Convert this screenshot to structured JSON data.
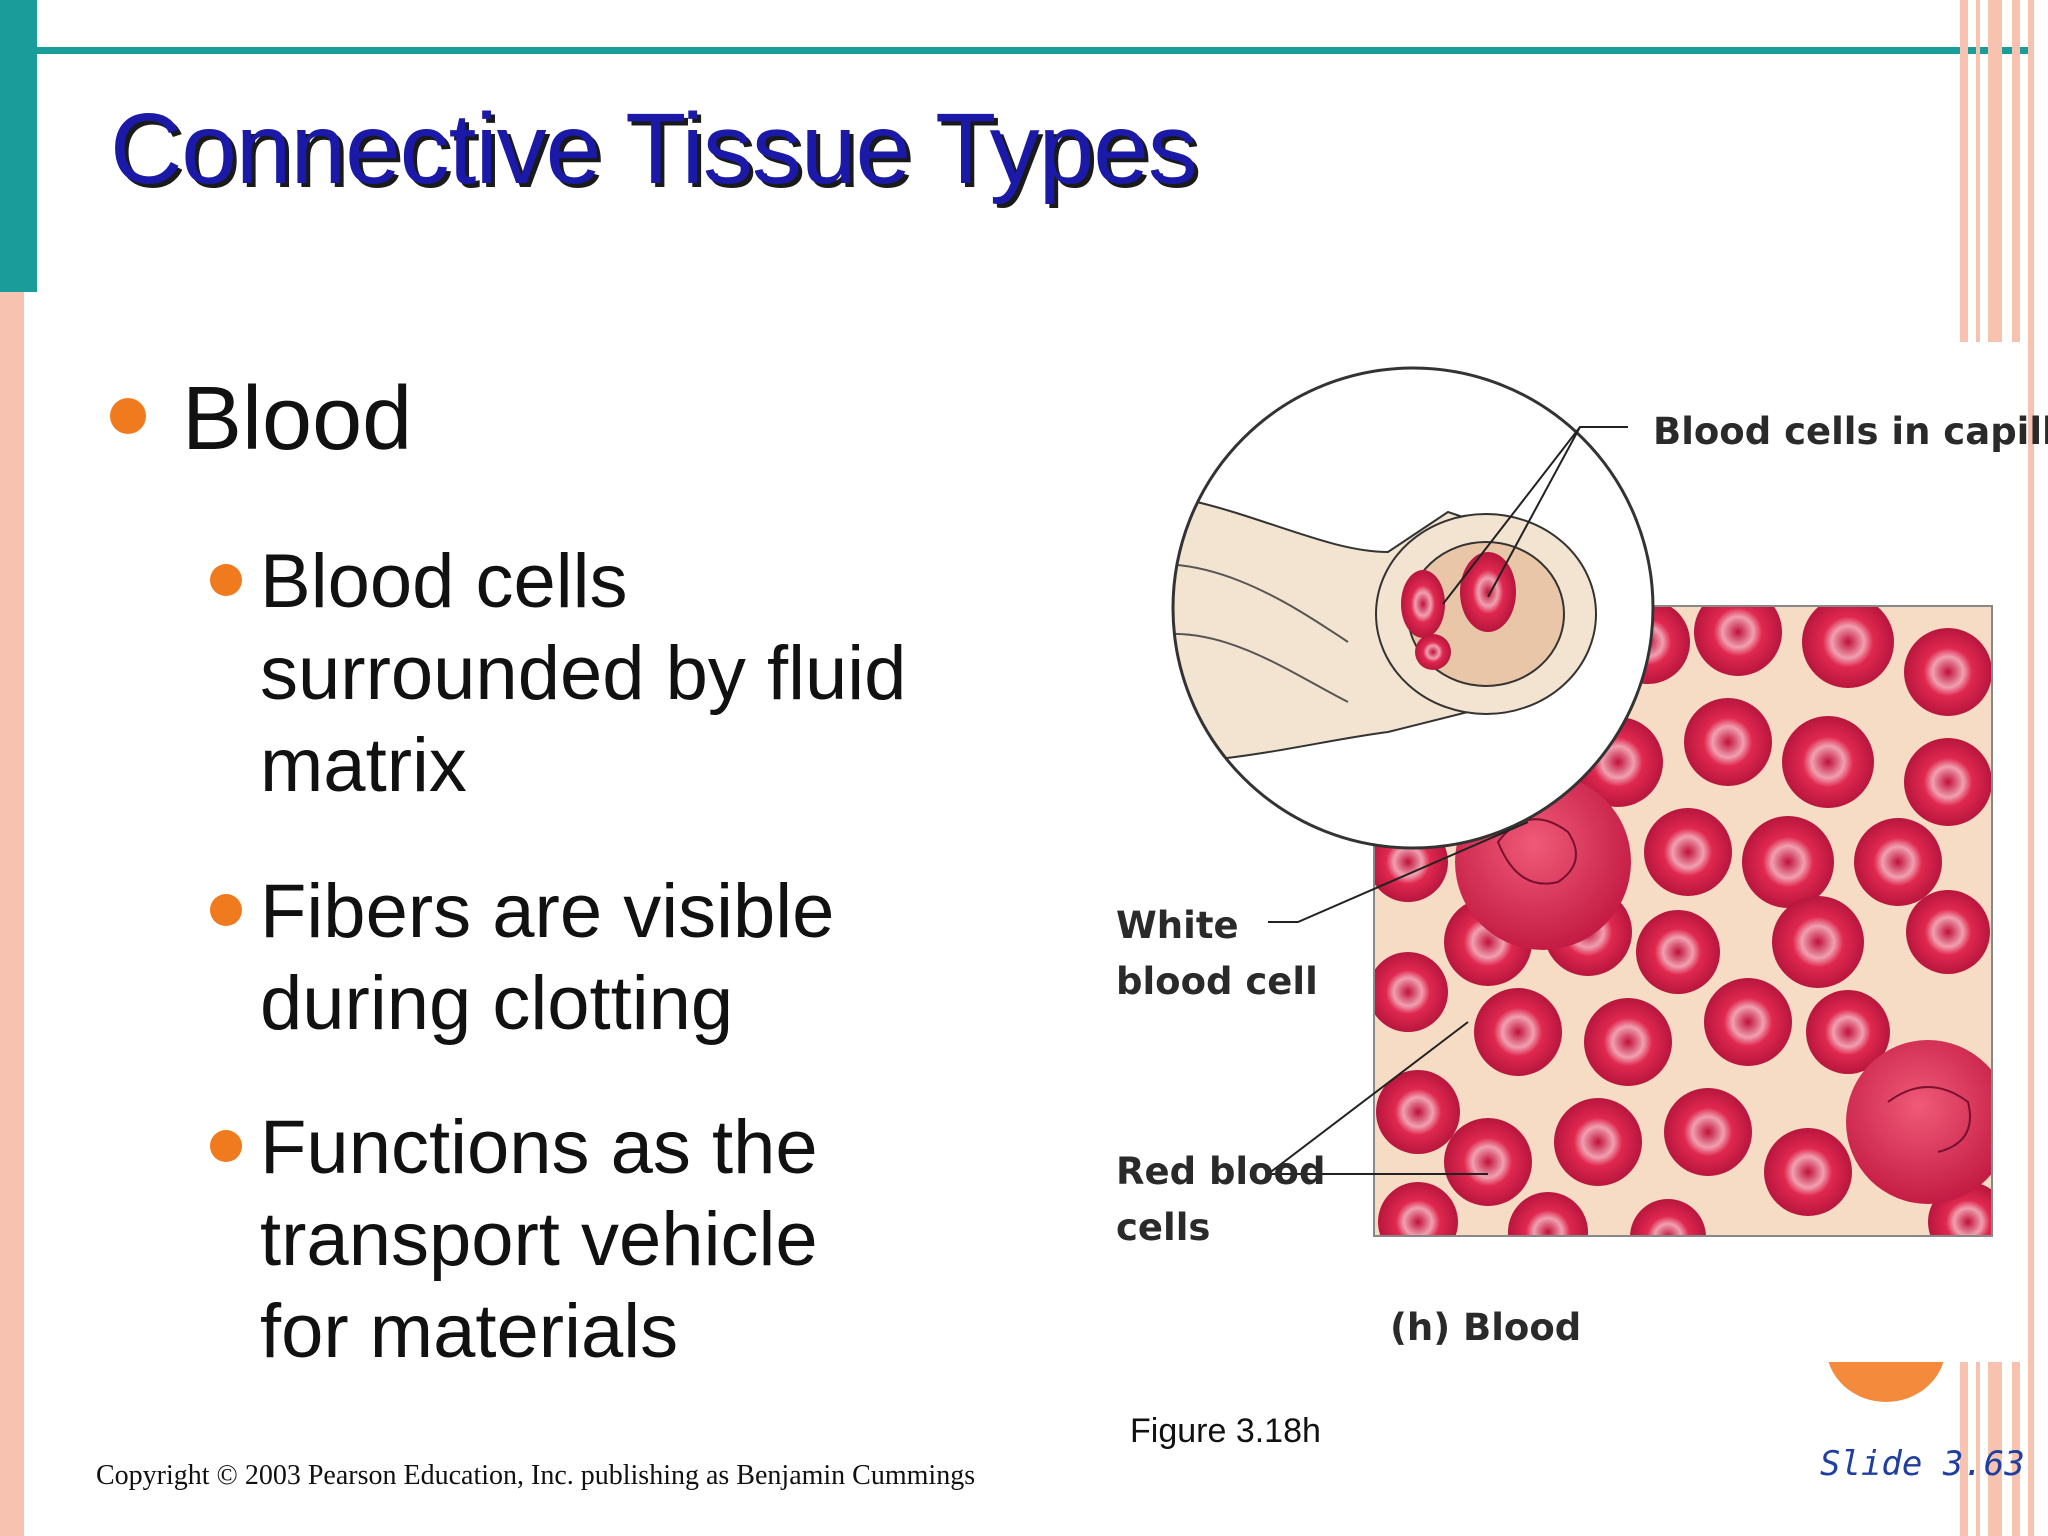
{
  "slide": {
    "title": "Connective Tissue Types",
    "bullet_main": "Blood",
    "sub_bullets": [
      "Blood cells surrounded by fluid matrix",
      "Fibers are visible during clotting",
      "Functions as the transport vehicle for materials"
    ],
    "figure": {
      "label_capillary": "Blood cells in capillary",
      "label_white": "White blood cell",
      "label_red": "Red blood cells",
      "panel_title": "(h) Blood",
      "caption": "Figure 3.18h"
    },
    "copyright": "Copyright © 2003 Pearson Education, Inc. publishing as Benjamin Cummings",
    "slide_number": "Slide 3.63"
  },
  "colors": {
    "title": "#1b1aa8",
    "accent_teal": "#1a9c9a",
    "bullet_orange": "#f07a1e",
    "frame_peach": "#f7c3b0",
    "rbc_red": "#e0284f",
    "matrix_beige": "#f6dcc4"
  }
}
